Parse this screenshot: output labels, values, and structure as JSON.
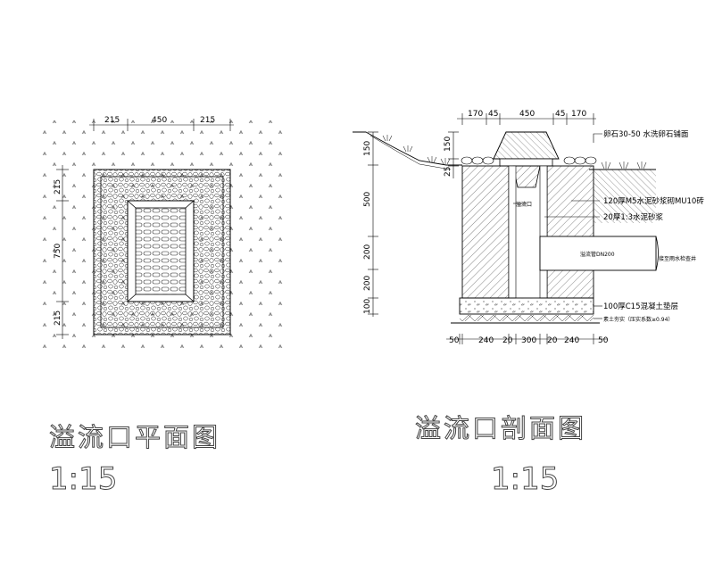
{
  "plan": {
    "title": "溢流口平面图",
    "scale": "1:15",
    "dims_top": [
      "215",
      "450",
      "215"
    ],
    "dims_left": [
      "215",
      "750",
      "215"
    ]
  },
  "section": {
    "title": "溢流口剖面图",
    "scale": "1:15",
    "dims_top": [
      "170",
      "45",
      "450",
      "45",
      "170"
    ],
    "dims_bottom": [
      "50",
      "240",
      "20",
      "300",
      "20",
      "240",
      "50"
    ],
    "dims_left": [
      "150",
      "500",
      "200",
      "200",
      "100"
    ],
    "dims_right_top": [
      "150",
      "25"
    ],
    "notes": {
      "gravel": "卵石30-50 水洗卵石铺面",
      "wall": "120厚M5水泥砂浆砌MU10砖",
      "plaster": "20厚1:3水泥砂浆",
      "grate": "溢流口",
      "pipe": "溢流管DN200",
      "pipe_end": "接至雨水检查井",
      "base": "100厚C15混凝土垫层",
      "soil": "素土夯实（压实系数≥0.94）"
    }
  }
}
